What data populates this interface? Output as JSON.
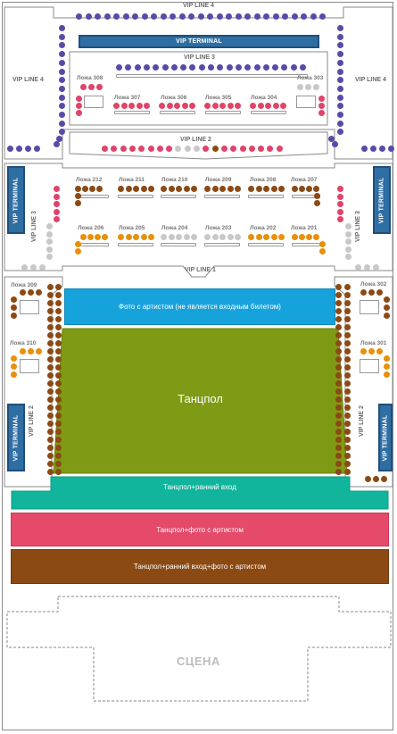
{
  "colors": {
    "vip_blue": "#5a4aa8",
    "pink": "#e0436b",
    "gray": "#c8c8c8",
    "brown": "#8b4a14",
    "orange": "#e8900a",
    "terminal": "#2f6ea3",
    "photo_zone": "#16a3dc",
    "dance_floor": "#7f9a14",
    "early_entry": "#10b59b",
    "dance_photo": "#e54a6a",
    "dance_full": "#8b4a14"
  },
  "labels": {
    "vip_line_4_top": "VIP LINE 4",
    "vip_line_4_left": "VIP LINE 4",
    "vip_line_4_right": "VIP LINE 4",
    "vip_terminal_top": "VIP TERMINAL",
    "vip_line_3_top": "VIP LINE 3",
    "vip_line_2_top": "VIP LINE  2",
    "vip_line_1": "VIP LINE  1",
    "vip_line_3_left": "VIP LINE 3",
    "vip_line_3_right": "VIP LINE 3",
    "vip_line_2_left": "VIP LINE  2",
    "vip_line_2_right": "VIP LINE  2",
    "vip_terminal_left": "VIP TERMINAL",
    "vip_terminal_right": "VIP TERMINAL",
    "vip_terminal_left_low": "VIP TERMINAL",
    "vip_terminal_right_low": "VIP TERMINAL"
  },
  "boxes_top": [
    {
      "name": "Ложа 308"
    },
    {
      "name": "Ложа 307"
    },
    {
      "name": "Ложа 306"
    },
    {
      "name": "Ложа 305"
    },
    {
      "name": "Ложа 304"
    },
    {
      "name": "Ложа 303"
    }
  ],
  "boxes_mid_row1": [
    "Ложа 212",
    "Ложа 211",
    "Ложа 210",
    "Ложа 209",
    "Ложа 208",
    "Ложа 207"
  ],
  "boxes_mid_row2": [
    "Ложа 206",
    "Ложа 205",
    "Ложа 204",
    "Ложа 203",
    "Ложа 202",
    "Ложа 201"
  ],
  "boxes_side": {
    "b309": "Ложа 309",
    "b310": "Ложа 310",
    "b302": "Ложа 302",
    "b301": "Ложа 301"
  },
  "zones": {
    "photo": "Фото с артистом (не является входным билетом)",
    "dance": "Танцпол",
    "early": "Танцпол+ранний вход",
    "dance_photo": "Танцпол+фото с артистом",
    "dance_full": "Танцпол+ранний вход+фото с артистом"
  },
  "stage": "СЦЕНА"
}
